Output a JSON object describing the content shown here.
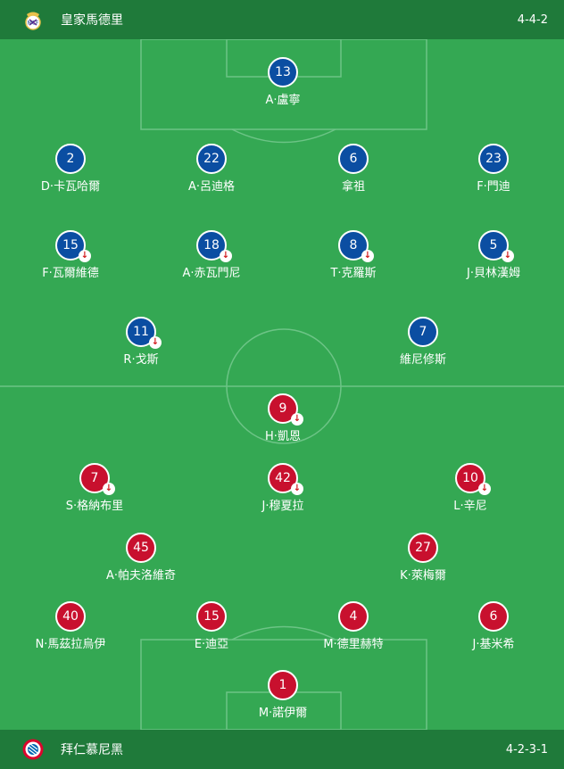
{
  "home": {
    "team_name": "皇家馬德里",
    "formation": "4-4-2",
    "crest_icon": "real-madrid-crest-icon",
    "color": "#0b4ea2",
    "players": [
      {
        "number": "13",
        "name": "A·盧寧",
        "sub": false
      },
      {
        "number": "2",
        "name": "D·卡瓦哈爾",
        "sub": false
      },
      {
        "number": "22",
        "name": "A·呂迪格",
        "sub": false
      },
      {
        "number": "6",
        "name": "拿祖",
        "sub": false
      },
      {
        "number": "23",
        "name": "F·門迪",
        "sub": false
      },
      {
        "number": "15",
        "name": "F·瓦爾維德",
        "sub": true
      },
      {
        "number": "18",
        "name": "A·赤瓦門尼",
        "sub": true
      },
      {
        "number": "8",
        "name": "T·克羅斯",
        "sub": true
      },
      {
        "number": "5",
        "name": "J·貝林漢姆",
        "sub": true
      },
      {
        "number": "11",
        "name": "R·戈斯",
        "sub": true
      },
      {
        "number": "7",
        "name": "維尼修斯",
        "sub": false
      }
    ]
  },
  "away": {
    "team_name": "拜仁慕尼黑",
    "formation": "4-2-3-1",
    "crest_icon": "bayern-crest-icon",
    "color": "#c8102e",
    "players": [
      {
        "number": "9",
        "name": "H·凱恩",
        "sub": true
      },
      {
        "number": "7",
        "name": "S·格納布里",
        "sub": true
      },
      {
        "number": "42",
        "name": "J·穆夏拉",
        "sub": true
      },
      {
        "number": "10",
        "name": "L·辛尼",
        "sub": true
      },
      {
        "number": "45",
        "name": "A·帕夫洛維奇",
        "sub": false
      },
      {
        "number": "27",
        "name": "K·萊梅爾",
        "sub": false
      },
      {
        "number": "40",
        "name": "N·馬茲拉烏伊",
        "sub": false
      },
      {
        "number": "15",
        "name": "E·迪亞",
        "sub": false
      },
      {
        "number": "4",
        "name": "M·德里赫特",
        "sub": false
      },
      {
        "number": "6",
        "name": "J·基米希",
        "sub": false
      },
      {
        "number": "1",
        "name": "M·諾伊爾",
        "sub": false
      }
    ]
  },
  "pitch_colors": {
    "grass": "#34a853",
    "lines": "#6cc486"
  }
}
